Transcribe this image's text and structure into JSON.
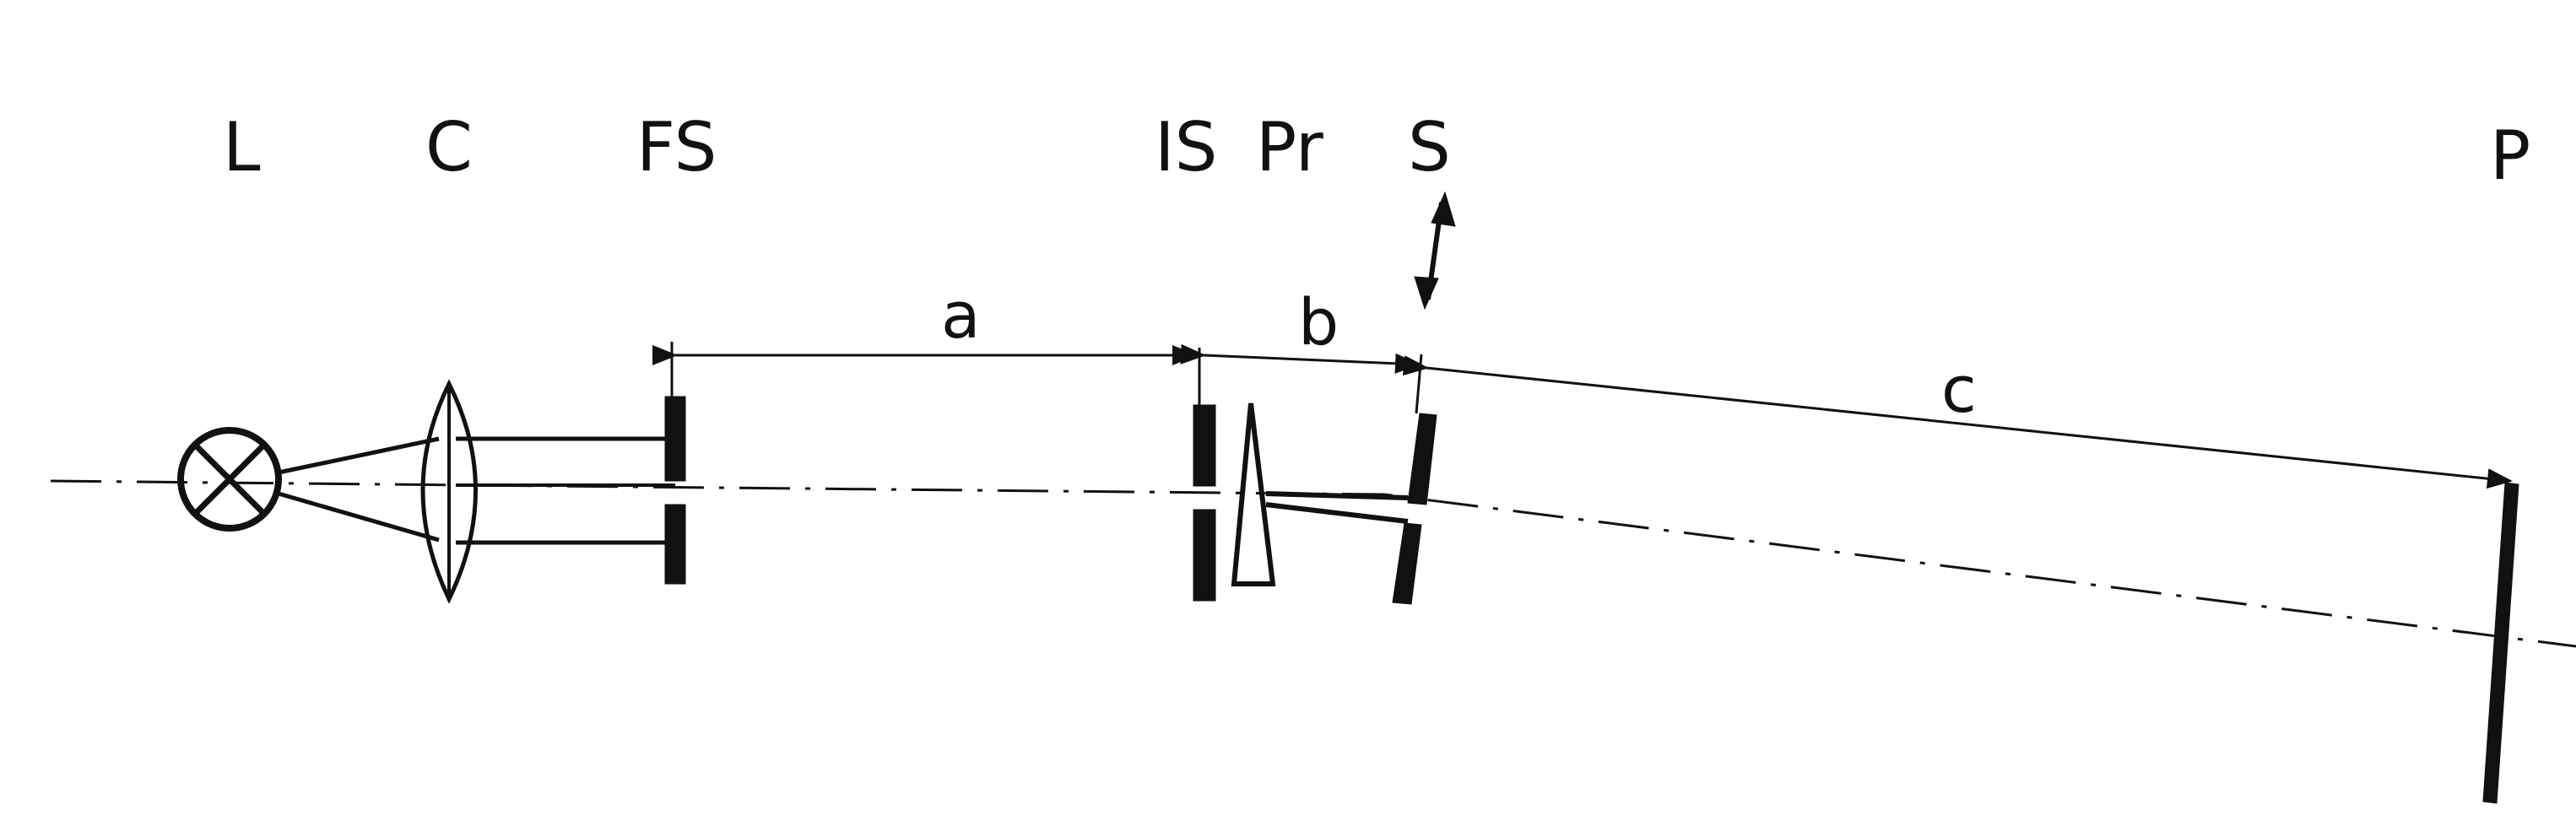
{
  "labels": {
    "lamp": "L",
    "condenser": "C",
    "field_stop": "FS",
    "illumination_stop": "IS",
    "prism": "Pr",
    "slide": "S",
    "projection_screen": "P"
  },
  "distances": {
    "a": "a",
    "b": "b",
    "c": "c"
  },
  "colors": {
    "ink": "#111111",
    "background": "#ffffff"
  }
}
